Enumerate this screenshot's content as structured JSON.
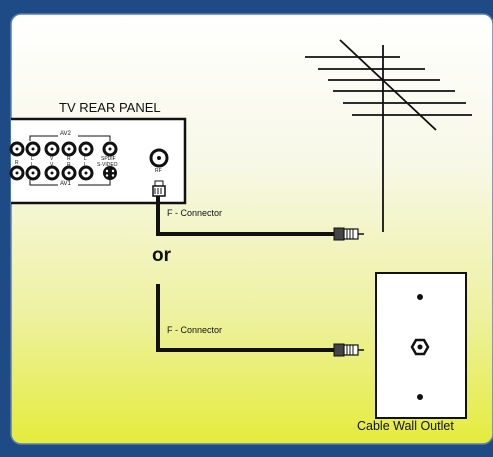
{
  "panel": {
    "title": "TV REAR PANEL",
    "jack_labels": {
      "av2": "AV2",
      "av1": "AV1",
      "l": "L",
      "r": "R",
      "v": "V",
      "spdif": "SPDIF",
      "svideo": "S-VIDEO",
      "rf": "RF"
    }
  },
  "connections": {
    "top_connector_label": "F - Connector",
    "or_label": "or",
    "bottom_connector_label": "F - Connector"
  },
  "outlet": {
    "label": "Cable Wall Outlet"
  },
  "icons": [
    "antenna-icon",
    "cable-wall-outlet-icon",
    "f-connector-icon"
  ],
  "colors": {
    "frame": "#1e4a86",
    "background_top": "#ffffff",
    "background_bottom": "#e4ec3c",
    "cable": "#111111"
  }
}
